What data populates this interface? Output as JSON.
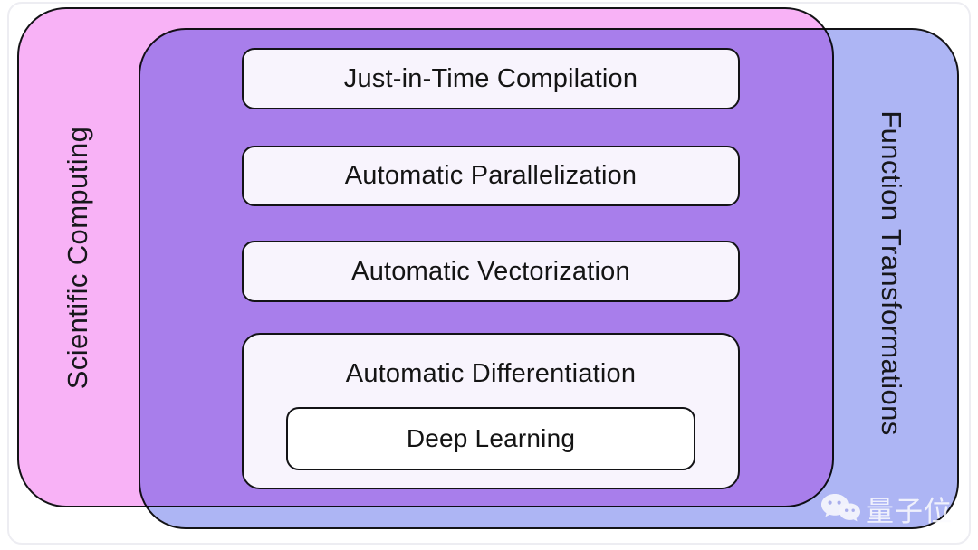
{
  "figure": {
    "type": "venn-diagram",
    "description": "Two overlapping rounded rectangles; the purple intersection contains capability boxes"
  },
  "sets": {
    "pink_label": "Scientific Computing",
    "blue_label": "Function Transformations"
  },
  "boxes": [
    {
      "label": "Just-in-Time Compilation"
    },
    {
      "label": "Automatic Parallelization"
    },
    {
      "label": "Automatic Vectorization"
    },
    {
      "label": "Automatic Differentiation",
      "child": "Deep Learning"
    }
  ],
  "watermark": {
    "brand": "量子位",
    "icon": "wechat-icon"
  },
  "colors": {
    "pink_set": "#f8b2f6",
    "blue_set": "#adb5f4",
    "purple_overlap": "#a87eeb",
    "box_fill": "#f8f4fd",
    "deep_learning_fill": "#ffffff",
    "outline": "#131316",
    "card_border": "#ededf2",
    "watermark_text": "#fafafd"
  }
}
